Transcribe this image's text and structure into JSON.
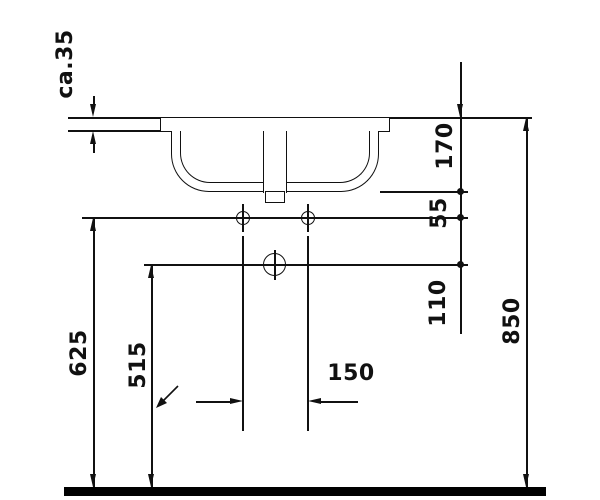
{
  "dimension_labels": {
    "rim_thickness": "ca.35",
    "rim_to_basin_bottom": "170",
    "basin_bottom_to_holes": "55",
    "holes_to_drain": "110",
    "floor_to_rim": "850",
    "floor_to_holes": "625",
    "floor_to_drain": "515",
    "hole_spacing": "150"
  },
  "colors": {
    "line": "#111111",
    "background": "#ffffff",
    "floor_bar": "#000000"
  }
}
